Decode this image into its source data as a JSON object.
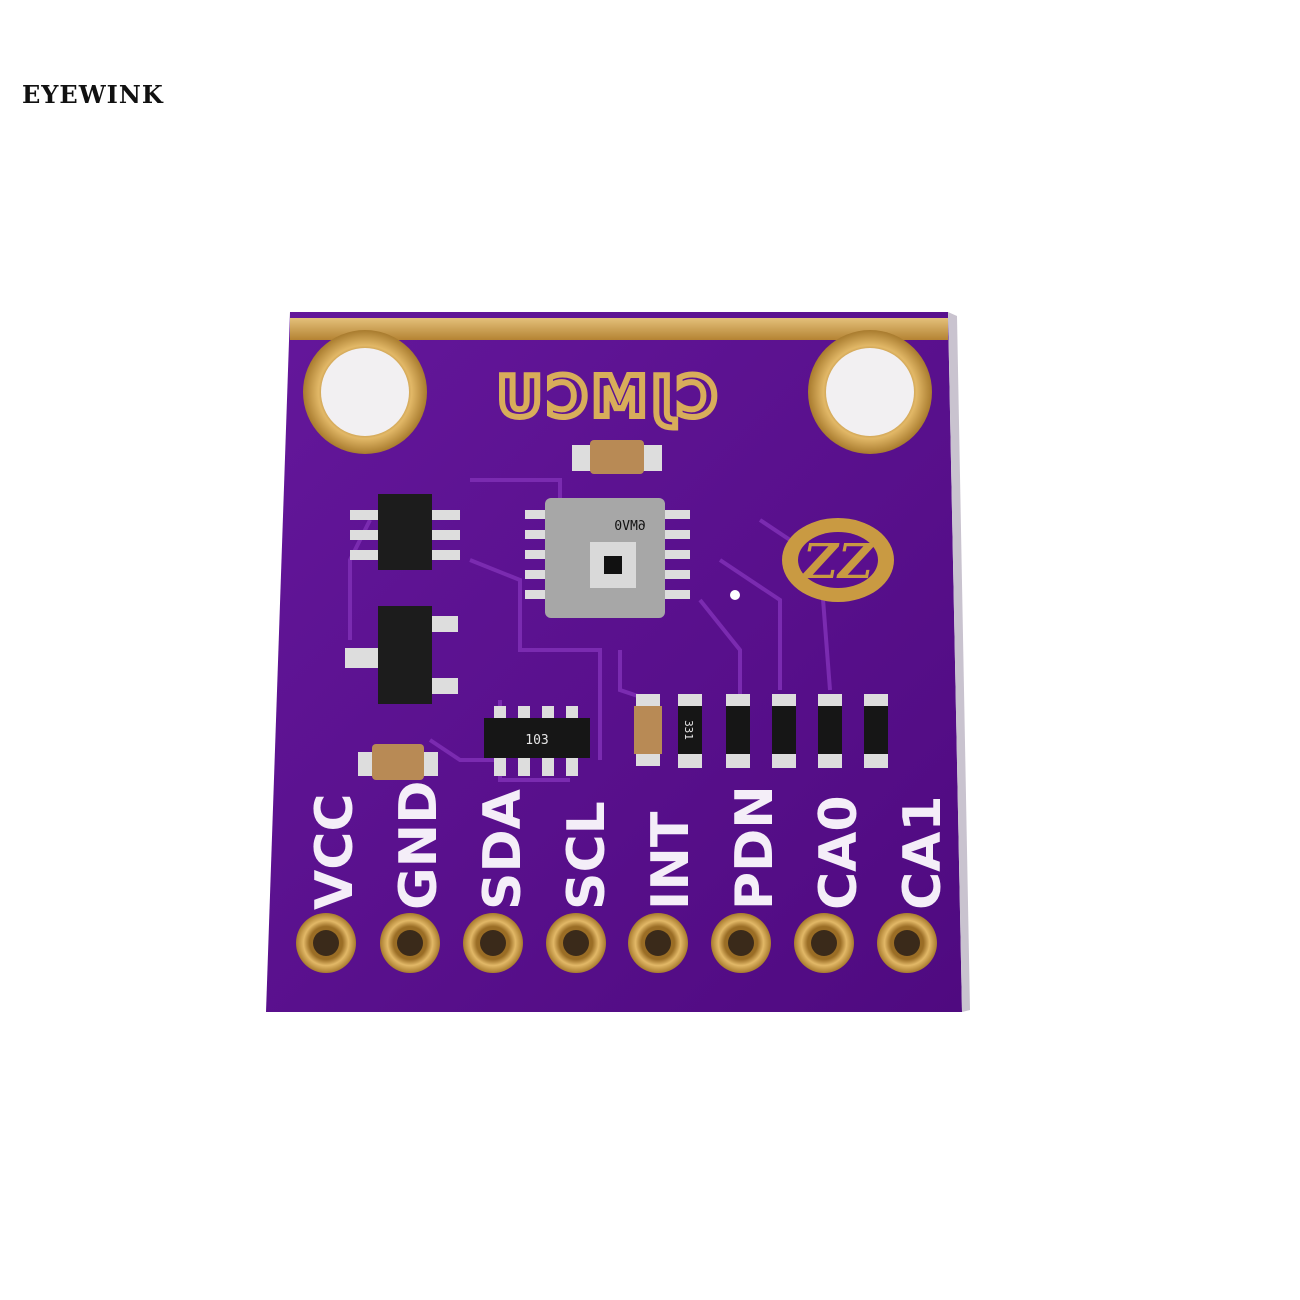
{
  "watermark": "EYEWINK",
  "board": {
    "logo_text": "CJMCU",
    "chip_marking": "6MV0",
    "resistor_array_code": "103",
    "resistor_code": "331",
    "pins": [
      "VCC",
      "GND",
      "SDA",
      "SCL",
      "INT",
      "PDN",
      "CA0",
      "CA1"
    ]
  },
  "colors": {
    "pcb": "#5a0f8e",
    "gold": "#c99a42",
    "silkscreen": "#f4eef8",
    "background": "#ffffff"
  }
}
